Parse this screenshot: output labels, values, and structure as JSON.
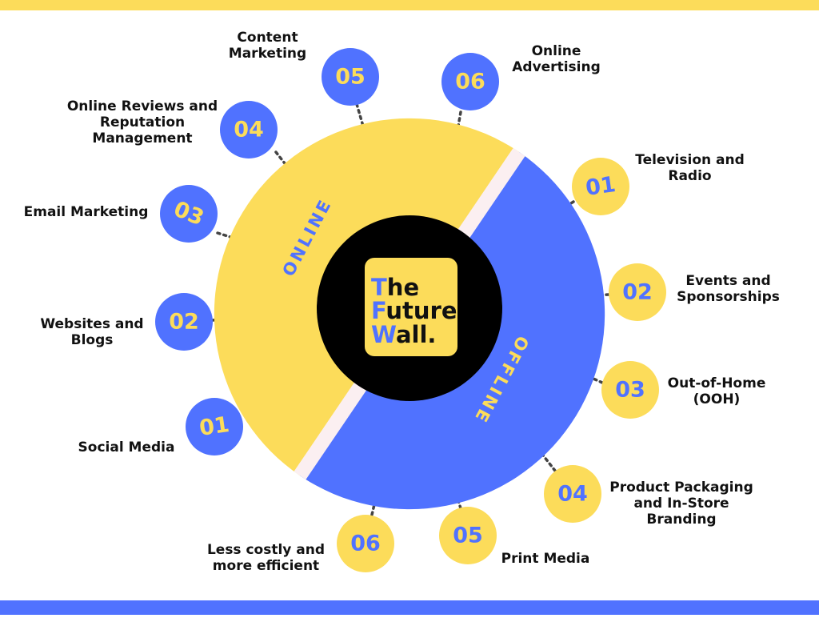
{
  "colors": {
    "yellow": "#FCDC5A",
    "blue": "#5072FF",
    "black": "#000000",
    "divider": "#FBEFF1",
    "dots": "#444444"
  },
  "center": {
    "logo_line1_first": "T",
    "logo_line1_rest": "he",
    "logo_line2_first": "F",
    "logo_line2_rest": "uture",
    "logo_line3_first": "W",
    "logo_line3_rest": "all."
  },
  "bands": {
    "online": "ONLINE",
    "offline": "OFFLINE"
  },
  "online": [
    {
      "num": "01",
      "label": "Social Media"
    },
    {
      "num": "02",
      "label": "Websites and\nBlogs"
    },
    {
      "num": "03",
      "label": "Email Marketing"
    },
    {
      "num": "04",
      "label": "Online Reviews and\nReputation\nManagement"
    },
    {
      "num": "05",
      "label": "Content\nMarketing"
    },
    {
      "num": "06",
      "label": "Online\nAdvertising"
    }
  ],
  "offline": [
    {
      "num": "01",
      "label": "Television and\nRadio"
    },
    {
      "num": "02",
      "label": "Events and\nSponsorships"
    },
    {
      "num": "03",
      "label": "Out-of-Home\n(OOH)"
    },
    {
      "num": "04",
      "label": "Product Packaging\nand In-Store\nBranding"
    },
    {
      "num": "05",
      "label": "Print Media"
    },
    {
      "num": "06",
      "label": "Less costly and\nmore efficient"
    }
  ]
}
